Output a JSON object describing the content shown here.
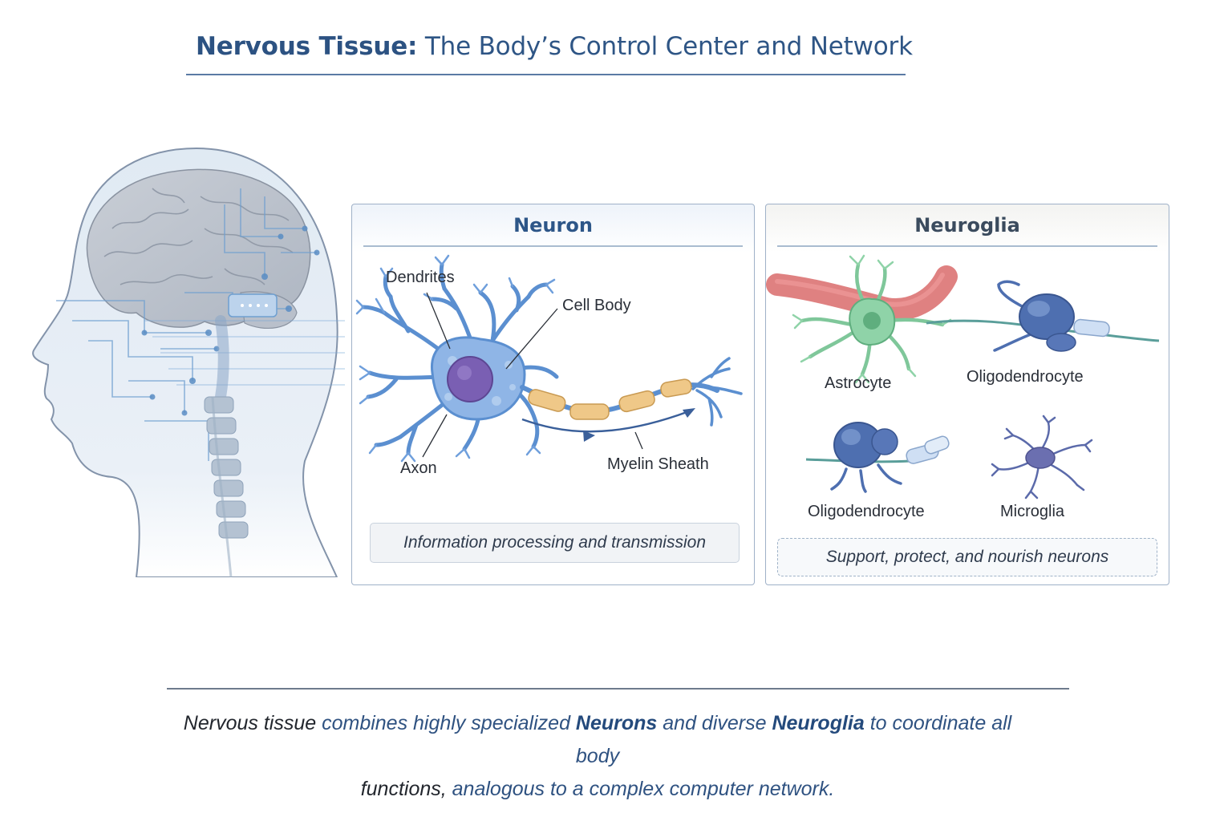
{
  "header": {
    "title_bold": "Nervous Tissue:",
    "title_rest": " The Body’s Control Center and Network"
  },
  "neuron_panel": {
    "heading": "Neuron",
    "labels": {
      "dendrites": "Dendrites",
      "cell_body": "Cell Body",
      "axon": "Axon",
      "myelin_sheath": "Myelin Sheath"
    },
    "summary": "Information processing and transmission"
  },
  "neuroglia_panel": {
    "heading": "Neuroglia",
    "labels": {
      "astrocyte": "Astrocyte",
      "oligodendrocyte_top": "Oligodendrocyte",
      "oligodendrocyte_bottom": "Oligodendrocyte",
      "microglia": "Microglia"
    },
    "summary": "Support, protect, and nourish neurons"
  },
  "caption": {
    "part1": "Nervous tissue",
    "part2": " combines highly specialized ",
    "neurons": "Neurons",
    "part3": " and diverse ",
    "neuroglia": "Neuroglia",
    "part4": " to coordinate all body",
    "part5": "functions,",
    "part6": " analogous to a complex computer network."
  },
  "colors": {
    "title_blue": "#2c5282",
    "neuron_blue": "#5b8fd0",
    "nucleus_purple": "#7a5fb3",
    "myelin_tan": "#efc888",
    "astrocyte_green": "#7fc79a",
    "oligo_blue": "#4e6fb0",
    "microglia_purple": "#6b6fb0",
    "vessel_red": "#d96b6b"
  }
}
